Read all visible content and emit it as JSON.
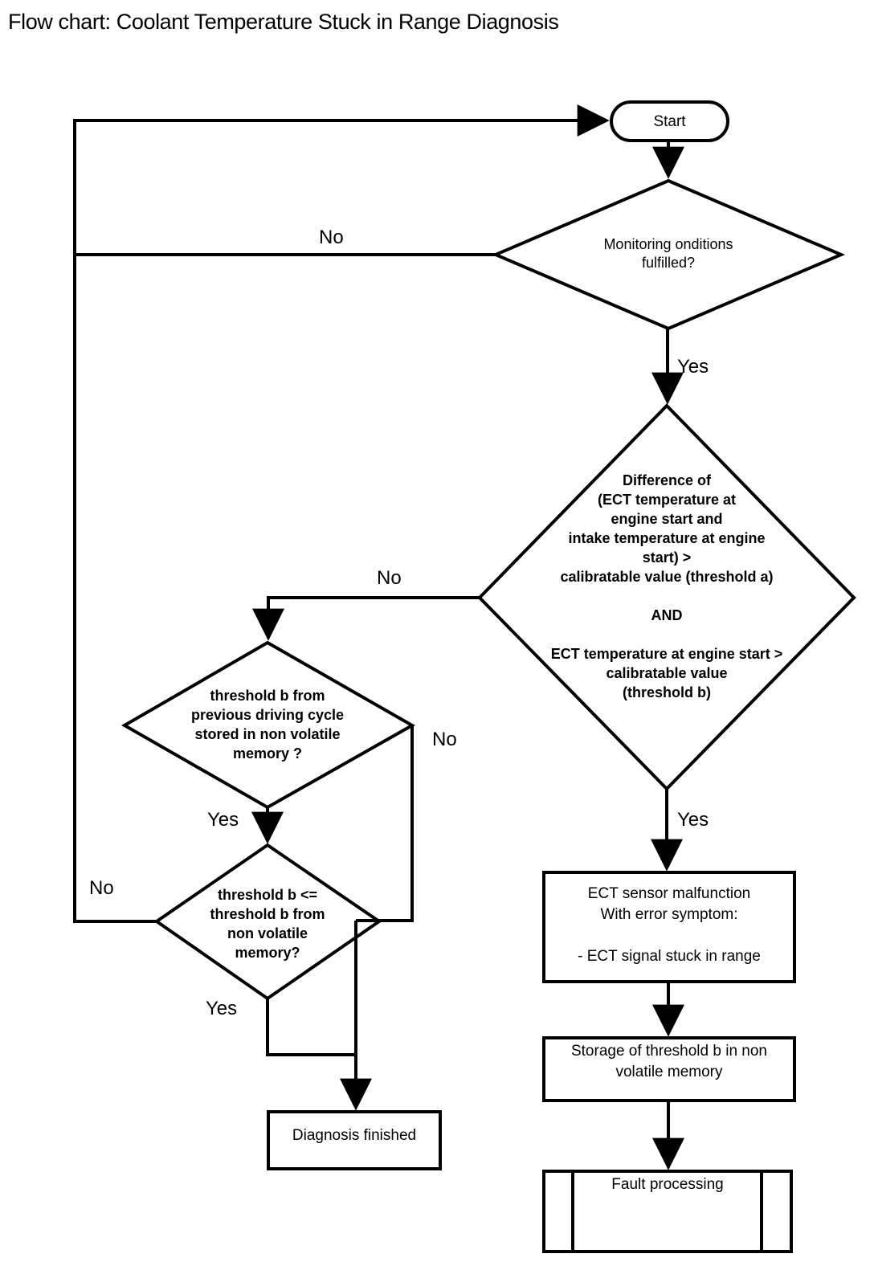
{
  "title": "Flow chart: Coolant Temperature Stuck in Range Diagnosis",
  "chart_data": {
    "type": "diagram",
    "diagram_kind": "flowchart",
    "title": "Flow chart: Coolant Temperature Stuck in Range Diagnosis",
    "nodes": [
      {
        "id": "start",
        "shape": "terminator",
        "label": "Start"
      },
      {
        "id": "monitoring",
        "shape": "decision",
        "label": "Monitoring onditions\nfulfilled?"
      },
      {
        "id": "condition",
        "shape": "decision",
        "label": "Difference of\n(ECT temperature at\nengine start and\nintake temperature at engine\nstart) >\ncalibratable value (threshold a)\n\nAND\n\nECT temperature at engine start >\ncalibratable value\n(threshold b)"
      },
      {
        "id": "stored",
        "shape": "decision",
        "label": "threshold b from\nprevious driving cycle\nstored in non volatile\nmemory ?"
      },
      {
        "id": "compare",
        "shape": "decision",
        "label": "threshold b <=\nthreshold b from\nnon volatile\nmemory?"
      },
      {
        "id": "malfunction",
        "shape": "process",
        "label": "ECT sensor malfunction\nWith error symptom:\n\n- ECT signal stuck in range"
      },
      {
        "id": "storage",
        "shape": "process",
        "label": "Storage of threshold b in non\nvolatile memory"
      },
      {
        "id": "fault",
        "shape": "predefined-process",
        "label": "Fault processing"
      },
      {
        "id": "finished",
        "shape": "process",
        "label": "Diagnosis finished"
      }
    ],
    "edges": [
      {
        "from": "start",
        "to": "monitoring",
        "label": ""
      },
      {
        "from": "monitoring",
        "to": "start",
        "label": "No"
      },
      {
        "from": "monitoring",
        "to": "condition",
        "label": "Yes"
      },
      {
        "from": "condition",
        "to": "stored",
        "label": "No"
      },
      {
        "from": "condition",
        "to": "malfunction",
        "label": "Yes"
      },
      {
        "from": "stored",
        "to": "compare",
        "label": "Yes"
      },
      {
        "from": "stored",
        "to": "finished",
        "label": "No"
      },
      {
        "from": "compare",
        "to": "start",
        "label": "No"
      },
      {
        "from": "compare",
        "to": "finished",
        "label": "Yes"
      },
      {
        "from": "malfunction",
        "to": "storage",
        "label": ""
      },
      {
        "from": "storage",
        "to": "fault",
        "label": ""
      }
    ]
  },
  "nodes": {
    "start": {
      "label": "Start"
    },
    "monitoring": {
      "label": "Monitoring onditions\nfulfilled?"
    },
    "condition": {
      "label": "Difference of\n(ECT temperature at\nengine start and\nintake temperature at engine\nstart) >\ncalibratable value (threshold a)\n\nAND\n\nECT temperature at engine start >\ncalibratable value\n(threshold b)"
    },
    "stored": {
      "label": "threshold b from\nprevious driving cycle\nstored in non volatile\nmemory ?"
    },
    "compare": {
      "label": "threshold b <=\nthreshold b from\nnon volatile\nmemory?"
    },
    "malfunction": {
      "label": "ECT sensor malfunction\nWith error symptom:\n\n- ECT signal stuck in range"
    },
    "storage": {
      "label": "Storage of threshold b in non\nvolatile memory"
    },
    "fault": {
      "label": "Fault processing"
    },
    "finished": {
      "label": "Diagnosis finished"
    }
  },
  "edge_labels": {
    "monitoring_no": "No",
    "monitoring_yes": "Yes",
    "condition_no": "No",
    "condition_yes": "Yes",
    "stored_yes": "Yes",
    "stored_no": "No",
    "compare_no": "No",
    "compare_yes": "Yes"
  },
  "colors": {
    "stroke": "#000000",
    "background": "#ffffff",
    "text": "#000000"
  }
}
